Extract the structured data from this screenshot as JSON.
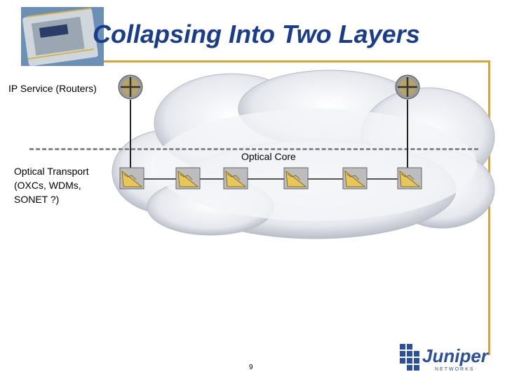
{
  "slide": {
    "title": "Collapsing Into Two Layers",
    "page_number": "9"
  },
  "labels": {
    "ip_service": "IP Service (Routers)",
    "optical_core": "Optical Core",
    "optical_transport_line1": "Optical Transport",
    "optical_transport_line2": "(OXCs, WDMs,",
    "optical_transport_line3": "SONET ?)"
  },
  "logo": {
    "brand": "Juniper",
    "sub": "NETWORKS"
  },
  "colors": {
    "title": "#1a3c8c",
    "accent": "#d9a43a",
    "router": "#8a8a8a",
    "oxc": "#e8c75a"
  },
  "diagram": {
    "routers": [
      "router",
      "router"
    ],
    "oxcs": [
      "oxc",
      "oxc",
      "oxc",
      "oxc",
      "oxc",
      "oxc"
    ]
  }
}
